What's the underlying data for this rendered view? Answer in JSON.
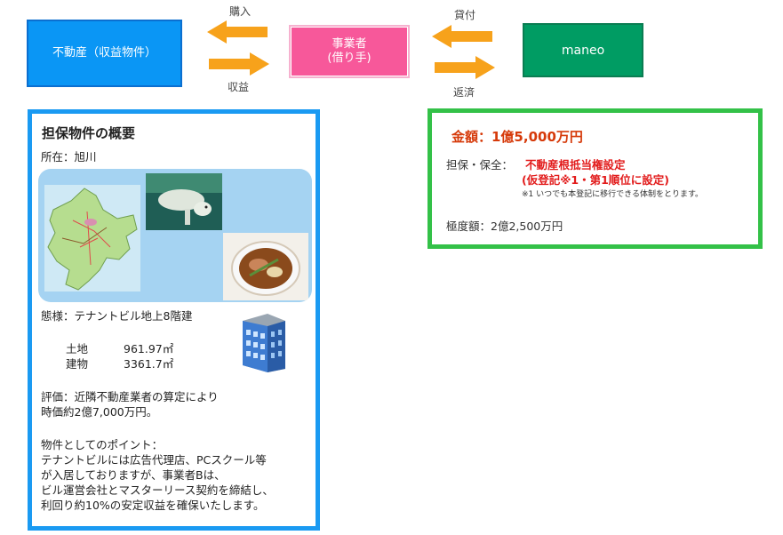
{
  "flow": {
    "property_label": "不動産（収益物件）",
    "operator_label_line1": "事業者",
    "operator_label_line2": "(借り手)",
    "maneo_label": "maneo",
    "purchase_label": "購入",
    "income_label": "収益",
    "loan_label": "貸付",
    "repay_label": "返済",
    "arrow_color": "#f7a21b"
  },
  "info": {
    "title": "担保物件の概要",
    "location": "所在：旭川",
    "structure": "態様：テナントビル地上8階建",
    "land_label": "土地",
    "land_value": "961.97㎡",
    "building_label": "建物",
    "building_value": "3361.7㎡",
    "valuation_line1": "評価：近隣不動産業者の算定により",
    "valuation_line2": "時価約2億7,000万円。",
    "points_title": "物件としてのポイント：",
    "points_line1": "テナントビルには広告代理店、PCスクール等",
    "points_line2": "が入居しておりますが、事業者Bは、",
    "points_line3": "ビル運営会社とマスターリース契約を締結し、",
    "points_line4": "利回り約10%の安定収益を確保いたします。",
    "building_icon": "office-building-icon"
  },
  "loan": {
    "amount": "金額：1億5,000万円",
    "security_label": "担保・保全：",
    "security_value_line1": "不動産根抵当権設定",
    "security_value_line2": "(仮登記※1・第1順位に設定)",
    "footnote": "※1 いつでも本登記に移行できる体制をとります。",
    "max_amount": "極度額：2億2,500万円"
  },
  "colors": {
    "property_box": "#0a96f5",
    "operator_box": "#f7589a",
    "maneo_box": "#009c63",
    "info_border": "#1a9af2",
    "loan_border": "#33c148",
    "amount_text": "#d63a0a",
    "red_text": "#e21b1b"
  }
}
